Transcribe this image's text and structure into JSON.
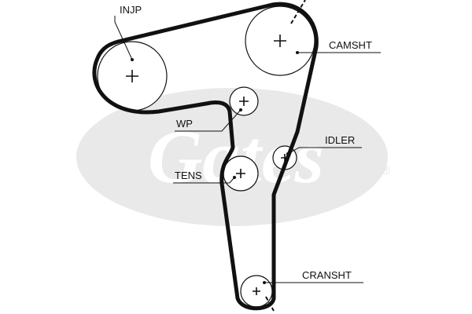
{
  "watermark": {
    "brand": "Gates",
    "registered_mark": "®",
    "color": "#e6e6e6"
  },
  "diagram": {
    "belt_color": "#111111",
    "labels": {
      "injp": "INJP",
      "camsht": "CAMSHT",
      "wp": "WP",
      "idler": "IDLER",
      "tens": "TENS",
      "cranksht": "CRANSHT"
    }
  }
}
